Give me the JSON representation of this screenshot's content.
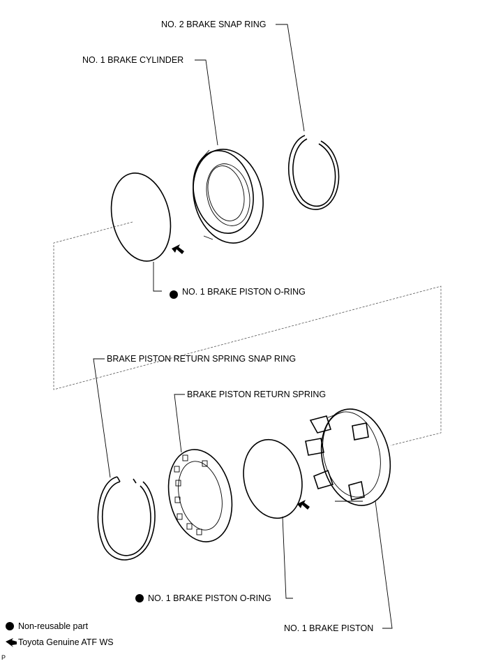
{
  "labels": {
    "snap_ring_2": "NO. 2 BRAKE SNAP RING",
    "cylinder_1": "NO. 1 BRAKE CYLINDER",
    "oring_upper": "NO. 1 BRAKE PISTON O-RING",
    "return_snap_ring": "BRAKE PISTON RETURN SPRING SNAP RING",
    "return_spring": "BRAKE PISTON RETURN SPRING",
    "oring_lower": "NO. 1 BRAKE PISTON O-RING",
    "piston_1": "NO. 1 BRAKE PISTON"
  },
  "legend": {
    "non_reusable": "Non-reusable part",
    "atf": "Toyota Genuine ATF WS"
  },
  "corner_mark": "P"
}
